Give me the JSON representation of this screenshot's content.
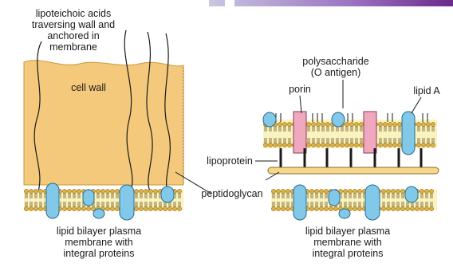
{
  "colors": {
    "background": "#ffffff",
    "cell_wall_fill": "#f4c97c",
    "membrane_fill": "#faf3bf",
    "lipid_head": "#e0b040",
    "lipid_tail": "#6b5a2a",
    "protein_fill": "#82c8e8",
    "porin_fill": "#f0a8bf",
    "lipoprotein_fill": "#f5d88c",
    "line": "#1a1a1a",
    "top_banner_left": "#b8b8d8",
    "top_banner_right": "#7a2f9a"
  },
  "labels": {
    "lipoteichoic_line1": "lipoteichoic acids",
    "lipoteichoic_line2": "traversing wall and",
    "lipoteichoic_line3": "anchored in",
    "lipoteichoic_line4": "membrane",
    "cell_wall": "cell wall",
    "polysaccharide_line1": "polysaccharide",
    "polysaccharide_line2": "(O antigen)",
    "porin": "porin",
    "lipid_a": "lipid A",
    "lipoprotein": "lipoprotein",
    "peptidoglycan": "peptidoglycan",
    "left_membrane_line1": "lipid bilayer plasma",
    "left_membrane_line2": "membrane with",
    "left_membrane_line3": "integral proteins",
    "right_membrane_line1": "lipid bilayer plasma",
    "right_membrane_line2": "membrane with",
    "right_membrane_line3": "integral proteins"
  }
}
